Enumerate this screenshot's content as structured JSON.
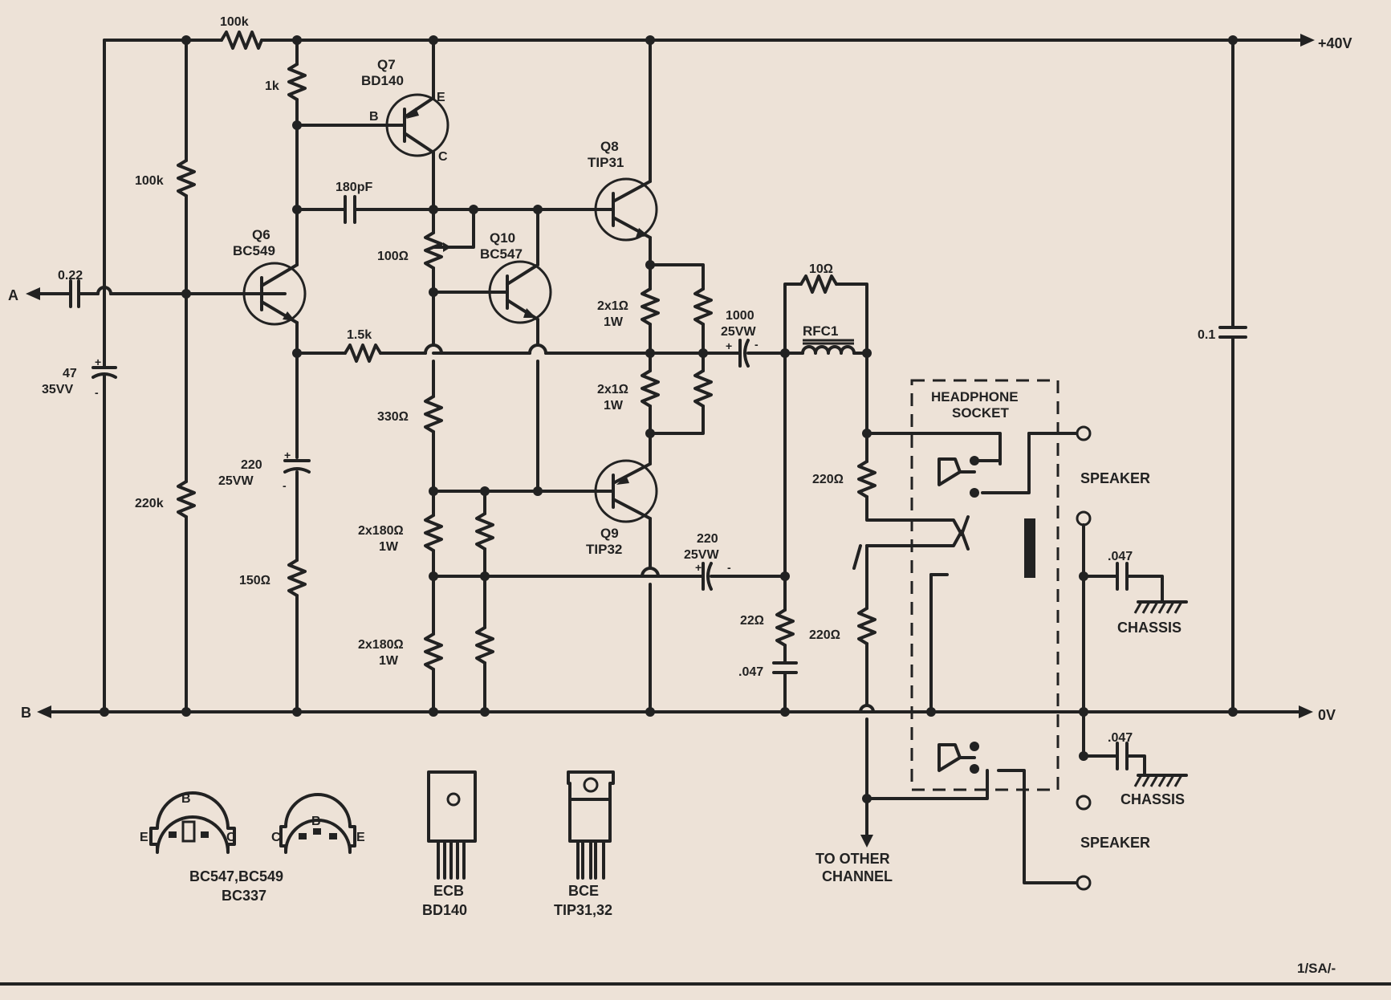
{
  "rails": {
    "positive": "+40V",
    "ground": "0V",
    "in_a": "A",
    "in_b": "B"
  },
  "resistors": {
    "r_100k_top": "100k",
    "r_1k": "1k",
    "r_100k_bias": "100k",
    "r_220k": "220k",
    "r_100_trim": "100Ω",
    "r_1k5": "1.5k",
    "r_330": "330Ω",
    "r_150": "150Ω",
    "r_2x180_a_1": "2x180Ω",
    "r_2x180_a_2": "1W",
    "r_2x180_b_1": "2x180Ω",
    "r_2x180_b_2": "1W",
    "r_2x1_a_1": "2x1Ω",
    "r_2x1_a_2": "1W",
    "r_2x1_b_1": "2x1Ω",
    "r_2x1_b_2": "1W",
    "r_10": "10Ω",
    "r_22": "22Ω",
    "r_220_a": "220Ω",
    "r_220_b": "220Ω"
  },
  "capacitors": {
    "c_022": "0.22",
    "c_47_1": "47",
    "c_47_2": "35VV",
    "c_180pf": "180pF",
    "c_220_1": "220",
    "c_220_2": "25VW",
    "c_1000_1": "1000",
    "c_1000_2": "25VW",
    "c_220b_1": "220",
    "c_220b_2": "25VW",
    "c_047_zobel": ".047",
    "c_01": "0.1",
    "c_047_a": ".047",
    "c_047_b": ".047"
  },
  "transistors": {
    "q6_ref": "Q6",
    "q6_type": "BC549",
    "q7_ref": "Q7",
    "q7_type": "BD140",
    "q8_ref": "Q8",
    "q8_type": "TIP31",
    "q9_ref": "Q9",
    "q9_type": "TIP32",
    "q10_ref": "Q10",
    "q10_type": "BC547",
    "pin_b": "B",
    "pin_e": "E",
    "pin_c": "C"
  },
  "inductor": "RFC1",
  "output": {
    "headphone_1": "HEADPHONE",
    "headphone_2": "SOCKET",
    "speaker_a": "SPEAKER",
    "speaker_b": "SPEAKER",
    "chassis_a": "CHASSIS",
    "chassis_b": "CHASSIS",
    "other_1": "TO OTHER",
    "other_2": "CHANNEL"
  },
  "pinouts": {
    "to92_b": "B",
    "to92_e1": "E",
    "to92_c1": "C",
    "to92_b2": "B",
    "to92_c2": "C",
    "to92_e2": "E",
    "to92_caption_1": "BC547,BC549",
    "to92_caption_2": "BC337",
    "bd140_pins": "ECB",
    "bd140_caption": "BD140",
    "tip_pins": "BCE",
    "tip_caption": "TIP31,32"
  },
  "footer": "1/SA/-"
}
